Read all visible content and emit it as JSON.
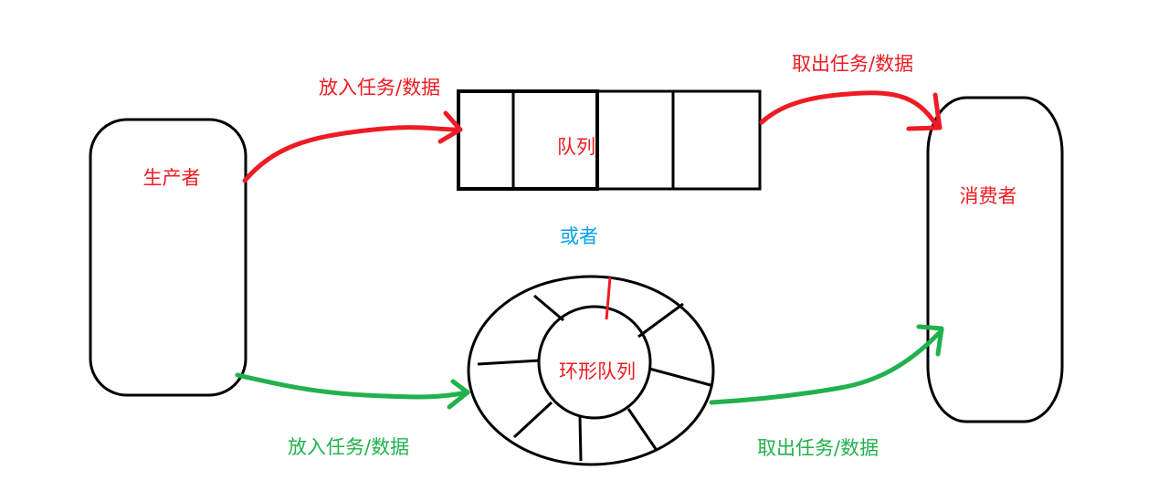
{
  "producer": {
    "label": "生产者"
  },
  "consumer": {
    "label": "消费者"
  },
  "queue": {
    "label": "队列"
  },
  "separator": {
    "label": "或者"
  },
  "ring_queue": {
    "label": "环形队列"
  },
  "top_flow": {
    "put_label": "放入任务/数据",
    "take_label": "取出任务/数据"
  },
  "bottom_flow": {
    "put_label": "放入任务/数据",
    "take_label": "取出任务/数据"
  },
  "colors": {
    "red": "#ed1c24",
    "green": "#22b14c",
    "blue": "#00a2e8",
    "black": "#000000"
  }
}
